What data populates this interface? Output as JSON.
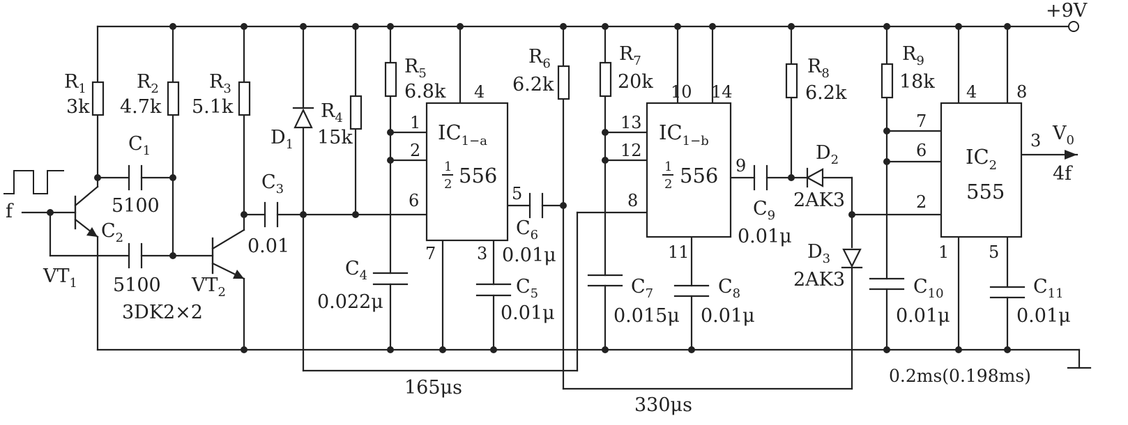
{
  "supply": "+9V",
  "input": {
    "label": "f"
  },
  "output": {
    "label": "V",
    "sub": "0",
    "freq": "4f",
    "pin": "3"
  },
  "resistors": {
    "r1": {
      "name": "R",
      "sub": "1",
      "value": "3k"
    },
    "r2": {
      "name": "R",
      "sub": "2",
      "value": "4.7k"
    },
    "r3": {
      "name": "R",
      "sub": "3",
      "value": "5.1k"
    },
    "r4": {
      "name": "R",
      "sub": "4",
      "value": "15k"
    },
    "r5": {
      "name": "R",
      "sub": "5",
      "value": "6.8k"
    },
    "r6": {
      "name": "R",
      "sub": "6",
      "value": "6.2k"
    },
    "r7": {
      "name": "R",
      "sub": "7",
      "value": "20k"
    },
    "r8": {
      "name": "R",
      "sub": "8",
      "value": "6.2k"
    },
    "r9": {
      "name": "R",
      "sub": "9",
      "value": "18k"
    }
  },
  "capacitors": {
    "c1": {
      "name": "C",
      "sub": "1",
      "value": "5100"
    },
    "c2": {
      "name": "C",
      "sub": "2",
      "value": "5100"
    },
    "c3": {
      "name": "C",
      "sub": "3",
      "value": "0.01"
    },
    "c4": {
      "name": "C",
      "sub": "4",
      "value": "0.022μ"
    },
    "c5": {
      "name": "C",
      "sub": "5",
      "value": "0.01μ"
    },
    "c6": {
      "name": "C",
      "sub": "6",
      "value": "0.01μ"
    },
    "c7": {
      "name": "C",
      "sub": "7",
      "value": "0.015μ"
    },
    "c8": {
      "name": "C",
      "sub": "8",
      "value": "0.01μ"
    },
    "c9": {
      "name": "C",
      "sub": "9",
      "value": "0.01μ"
    },
    "c10": {
      "name": "C",
      "sub": "10",
      "value": "0.01μ"
    },
    "c11": {
      "name": "C",
      "sub": "11",
      "value": "0.01μ"
    }
  },
  "transistors": {
    "vt1": {
      "name": "VT",
      "sub": "1"
    },
    "vt2": {
      "name": "VT",
      "sub": "2"
    },
    "type": "3DK2×2"
  },
  "diodes": {
    "d1": {
      "name": "D",
      "sub": "1"
    },
    "d2": {
      "name": "D",
      "sub": "2",
      "type": "2AK3"
    },
    "d3": {
      "name": "D",
      "sub": "3",
      "type": "2AK3"
    }
  },
  "ics": {
    "ic1a": {
      "name": "IC",
      "sub": "1−a",
      "frac_num": "1",
      "frac_den": "2",
      "part": "556",
      "pins": {
        "p1": "1",
        "p2": "2",
        "p4": "4",
        "p6": "6",
        "p7": "7",
        "p3": "3",
        "p5": "5"
      }
    },
    "ic1b": {
      "name": "IC",
      "sub": "1−b",
      "frac_num": "1",
      "frac_den": "2",
      "part": "556",
      "pins": {
        "p13": "13",
        "p12": "12",
        "p10": "10",
        "p14": "14",
        "p8": "8",
        "p9": "9",
        "p11": "11"
      }
    },
    "ic2": {
      "name": "IC",
      "sub": "2",
      "part": "555",
      "pins": {
        "p7": "7",
        "p6": "6",
        "p4": "4",
        "p8": "8",
        "p2": "2",
        "p1": "1",
        "p5": "5"
      }
    }
  },
  "timings": {
    "t1": "165μs",
    "t2": "330μs",
    "t3": "0.2ms(0.198ms)"
  }
}
